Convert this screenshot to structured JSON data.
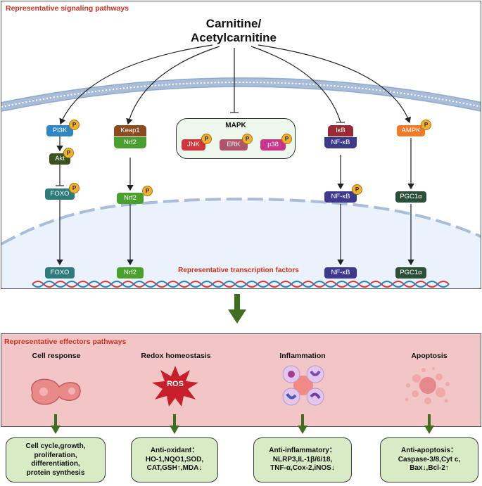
{
  "top_panel": {
    "title": "Representative signaling pathways",
    "source_line1": "Carnitine/",
    "source_line2": "Acetylcarnitine",
    "transcription_label": "Representative transcription factors",
    "phospho_label": "P",
    "mapk": {
      "title": "MAPK",
      "items": [
        "JNK",
        "ERK",
        "p38"
      ]
    },
    "pathway1": {
      "top": "PI3K",
      "mid": "Akt",
      "lower": "FOXO",
      "nuclear": "FOXO"
    },
    "pathway2": {
      "top": "Keap1",
      "mid": "Nrf2",
      "lower": "Nrf2",
      "nuclear": "Nrf2"
    },
    "pathway3": {
      "top": "IκB",
      "mid": "NF-κB",
      "lower": "NF-κB",
      "nuclear": "NF-κB"
    },
    "pathway4": {
      "top": "AMPK",
      "lower": "PGC1α",
      "nuclear": "PGC1α"
    }
  },
  "bottom_panel": {
    "title": "Representative effectors pathways",
    "effectors": [
      {
        "label": "Cell response"
      },
      {
        "label": "Redox homeostasis",
        "icon_text": "ROS"
      },
      {
        "label": "Inflammation"
      },
      {
        "label": "Apoptosis"
      }
    ],
    "outcomes": [
      {
        "lines": [
          "Cell cycle,growth,",
          "proliferation,",
          "differentiation,",
          "protein synthesis"
        ]
      },
      {
        "lines": [
          "Anti-oxidant：",
          "HO-1,NQO1,SOD,",
          "CAT,GSH↑,MDA↓"
        ]
      },
      {
        "lines": [
          "Anti-inflammatory：",
          "NLRP3,IL-1β/6/18,",
          "TNF-α,Cox-2,iNOS↓"
        ]
      },
      {
        "lines": [
          "Anti-apoptosis：",
          "Caspase-3/8,Cyt c,",
          "Bax↓,Bcl-2↑"
        ]
      }
    ]
  },
  "colors": {
    "panel_border": "#555555",
    "title_red": "#d03020",
    "membrane": "#a9bdd8",
    "nucleus_fill": "#eaf2fb",
    "effector_panel": "#f2c6c6",
    "outcome_box": "#d7ecc5",
    "green_arrow": "#3e6e1e",
    "pi3k": "#2f86c4",
    "akt": "#3b5323",
    "foxo": "#2e7b7b",
    "keap1": "#8a4b1e",
    "nrf2": "#4aa02c",
    "jnk": "#d0353b",
    "erk": "#b0546a",
    "p38": "#c8358a",
    "ikb": "#9a2a35",
    "nfkb": "#3d3a8e",
    "ampk": "#ee7a2a",
    "pgc1a": "#2c4f3a",
    "phospho": "#f0b030"
  }
}
